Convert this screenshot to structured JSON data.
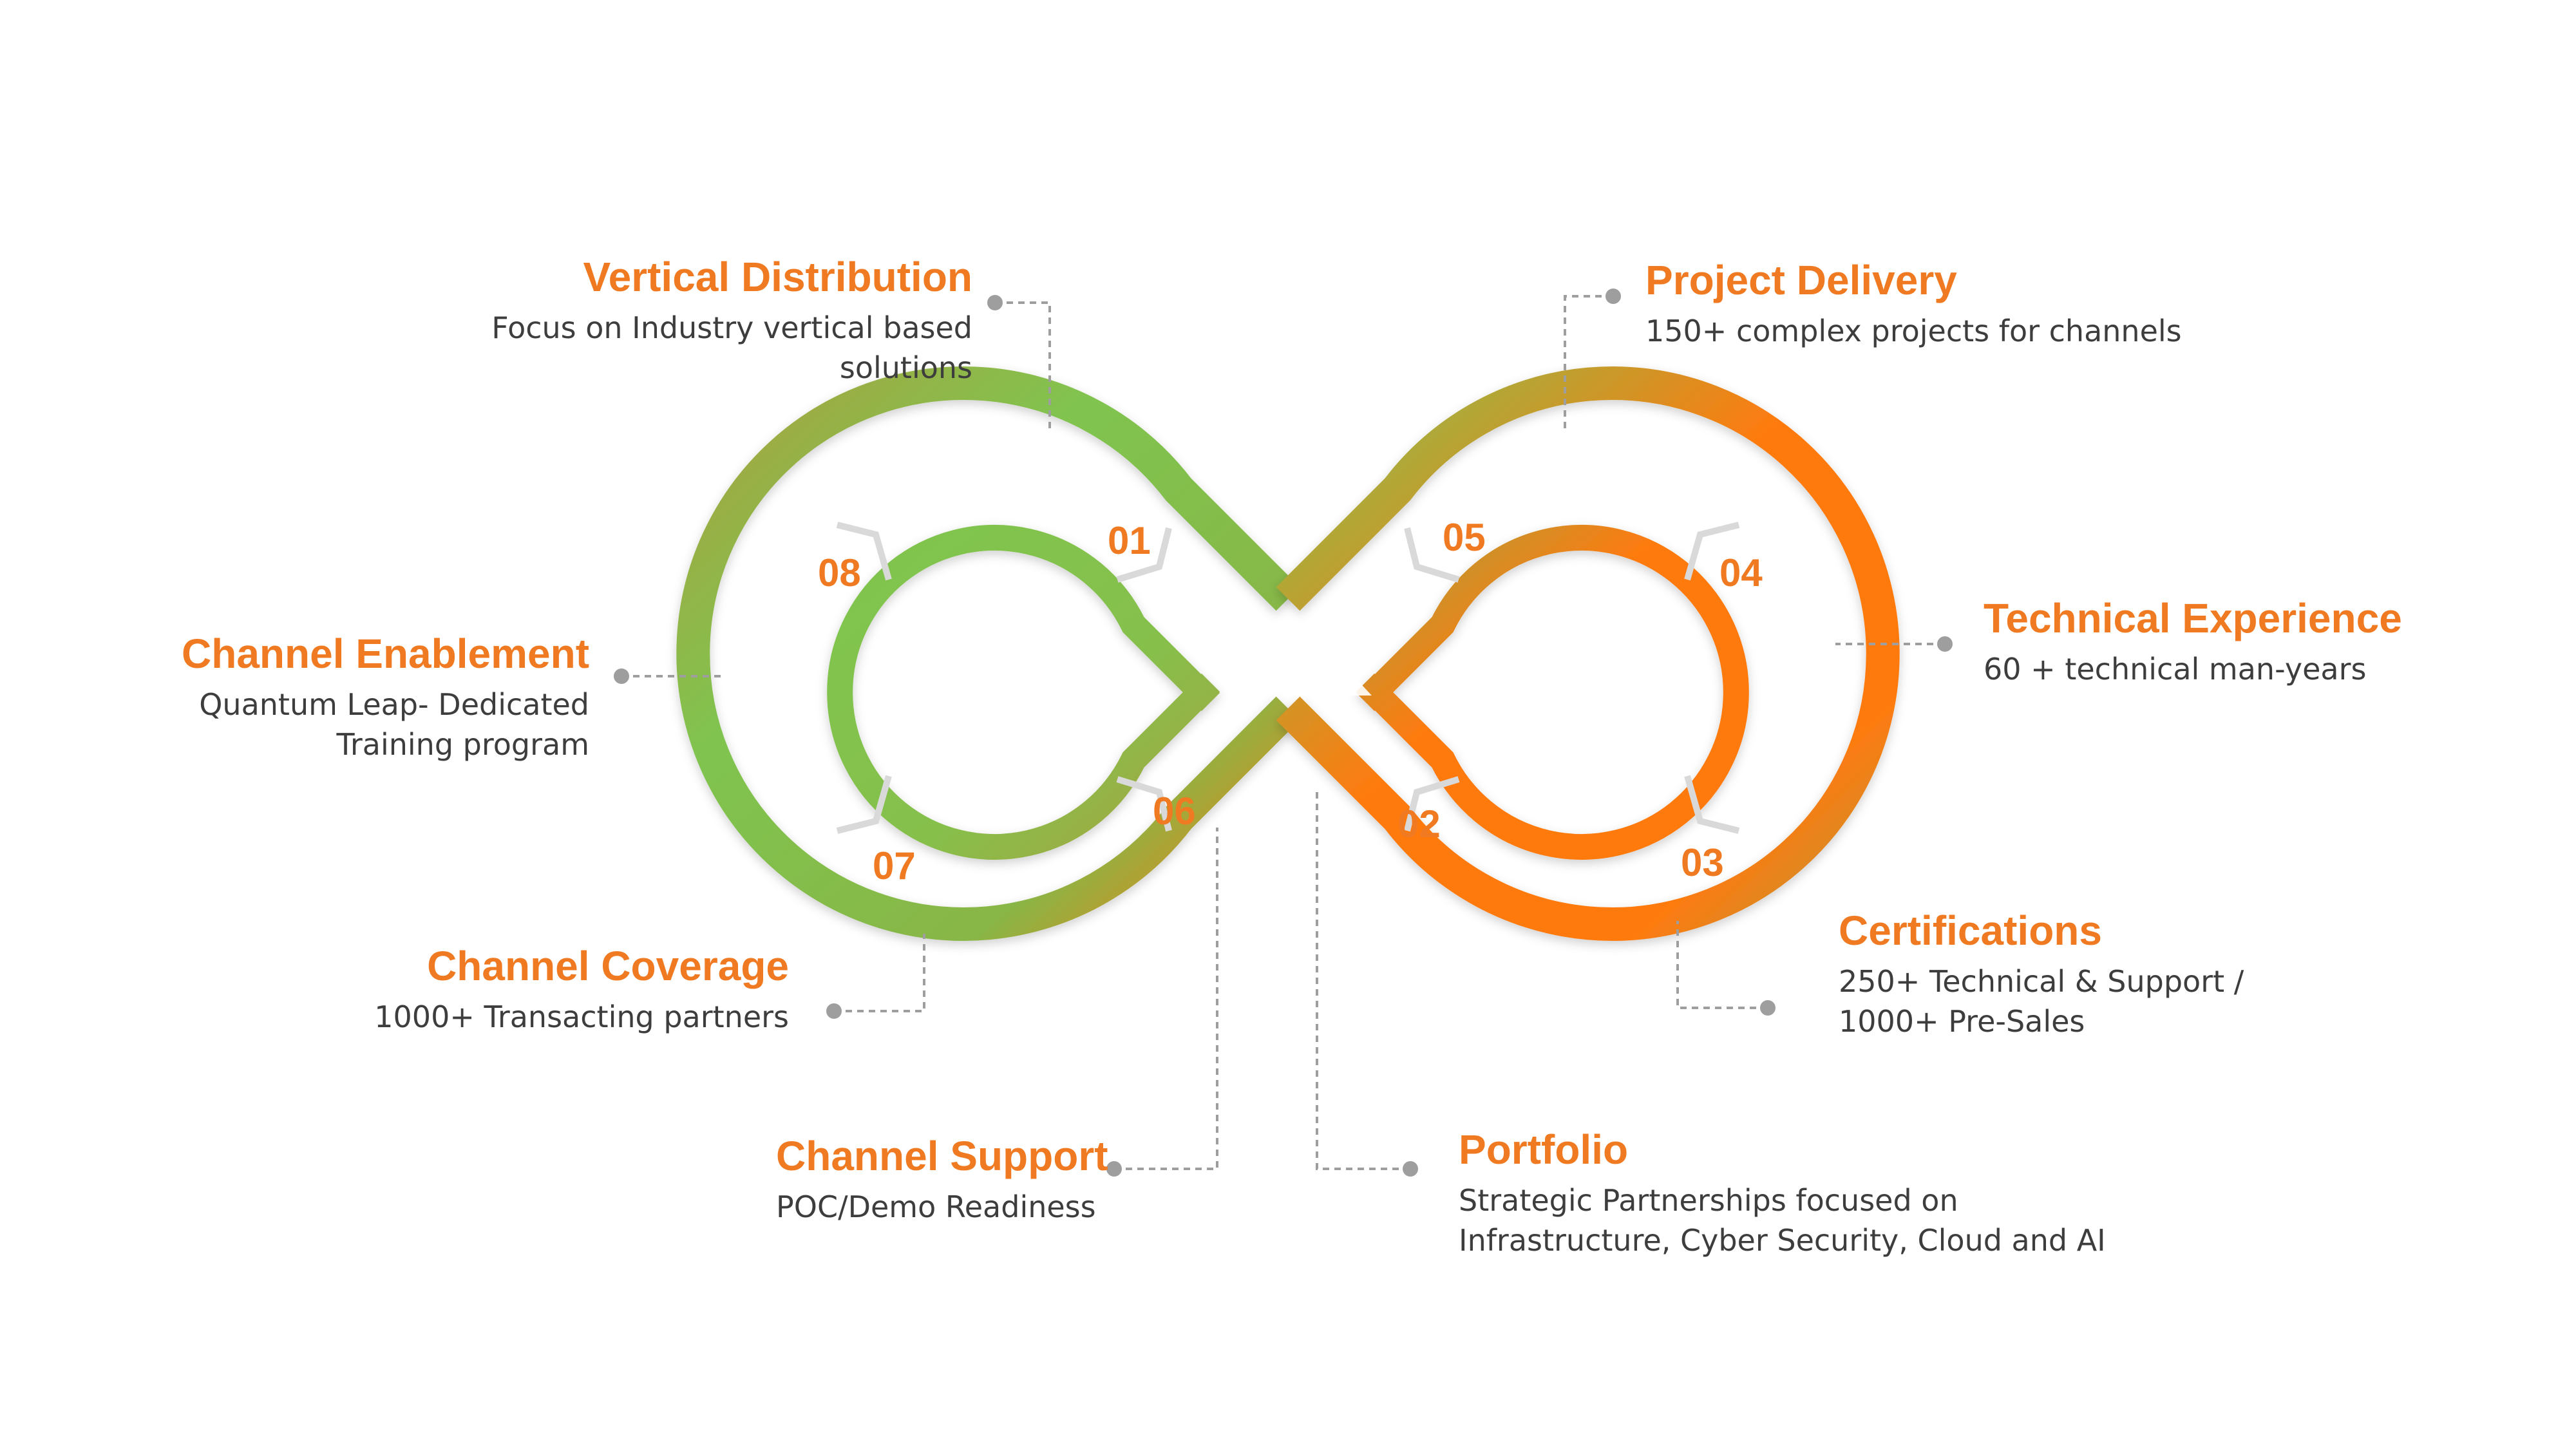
{
  "colors": {
    "green": "#7fc54f",
    "olive": "#a8a23e",
    "orange": "#ff7a0f",
    "title": "#f07a22",
    "text": "#3d3d3d",
    "connector": "#9e9e9e"
  },
  "items": [
    {
      "id": "vertical-distribution",
      "number": "01",
      "title": "Vertical Distribution",
      "desc": [
        "Focus on Industry vertical based",
        "solutions"
      ]
    },
    {
      "id": "portfolio",
      "number": "02",
      "title": "Portfolio",
      "desc": [
        "Strategic Partnerships focused on",
        "Infrastructure, Cyber Security, Cloud and AI"
      ]
    },
    {
      "id": "certifications",
      "number": "03",
      "title": "Certifications",
      "desc": [
        "250+ Technical & Support /",
        "1000+ Pre-Sales"
      ]
    },
    {
      "id": "technical-experience",
      "number": "04",
      "title": "Technical Experience",
      "desc": [
        "60 + technical man-years"
      ]
    },
    {
      "id": "project-delivery",
      "number": "05",
      "title": "Project Delivery",
      "desc": [
        "150+ complex projects for channels"
      ]
    },
    {
      "id": "channel-support",
      "number": "06",
      "title": "Channel Support",
      "desc": [
        "POC/Demo Readiness"
      ]
    },
    {
      "id": "channel-coverage",
      "number": "07",
      "title": "Channel Coverage",
      "desc": [
        "1000+ Transacting partners"
      ]
    },
    {
      "id": "channel-enablement",
      "number": "08",
      "title": "Channel Enablement",
      "desc": [
        "Quantum Leap- Dedicated",
        "Training program"
      ]
    }
  ]
}
